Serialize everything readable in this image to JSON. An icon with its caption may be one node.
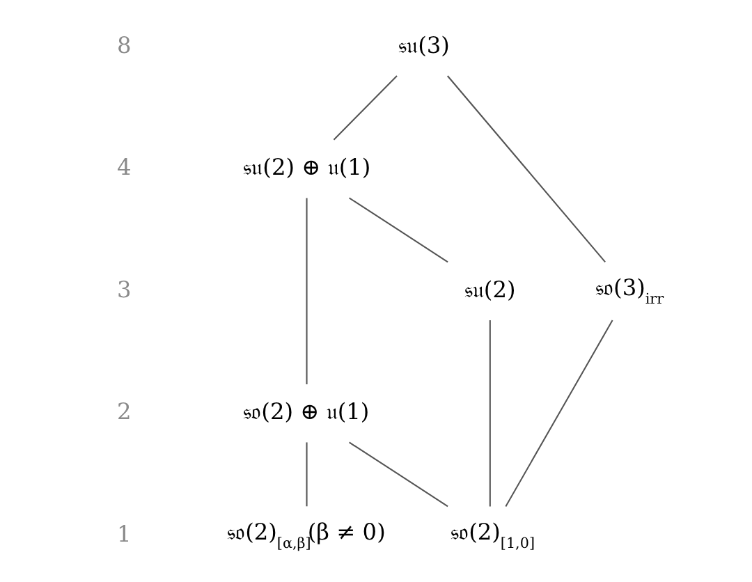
{
  "diagram": {
    "nodes": [
      {
        "text": [
          "𝔰𝔲(3)"
        ]
      },
      {
        "text": [
          "𝔰𝔲(2) ⊕ 𝔲(1)"
        ]
      },
      {
        "text": [
          "𝔰𝔲(2)"
        ]
      },
      {
        "text": [
          "𝔰𝔬(3)$_{irr}$"
        ]
      },
      {
        "text": [
          "𝔰𝔬(2) ⊕ 𝔲(1)"
        ]
      },
      {
        "text": [
          "𝔰𝔬(2)$_{[α,β]}$(β ≠ 0)"
        ]
      },
      {
        "text": [
          "𝔰𝔬(2)$_{[1,0]}$"
        ]
      }
    ],
    "edges": [
      {
        "from": 0,
        "to": 1,
        "arrow": "none"
      },
      {
        "from": 0,
        "to": 3,
        "arrow": "none"
      },
      {
        "from": 1,
        "to": 2,
        "arrow": "none"
      },
      {
        "from": 1,
        "to": 4,
        "arrow": "none"
      },
      {
        "from": 2,
        "to": 6,
        "arrow": "none"
      },
      {
        "from": 3,
        "to": 6,
        "arrow": "none"
      },
      {
        "from": 4,
        "to": 5,
        "arrow": "none"
      },
      {
        "from": 4,
        "to": 6,
        "arrow": "none"
      }
    ],
    "labels": [
      "8",
      "4",
      "3",
      "2",
      "1"
    ]
  }
}
